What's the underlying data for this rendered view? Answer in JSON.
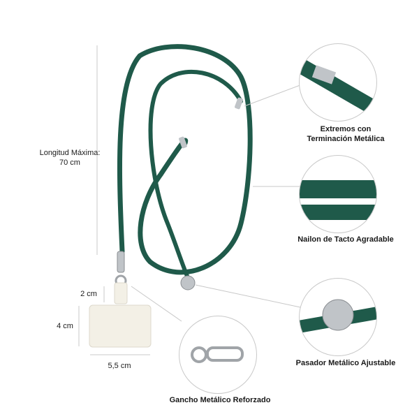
{
  "product": {
    "colors": {
      "cord": "#1f5a4a",
      "metal": "#c0c4c8",
      "card": "#f3f0e6",
      "guide_line": "#c8c8c8"
    }
  },
  "dimensions": {
    "length_label_line1": "Longitud Máxima:",
    "length_label_line2": "70 cm",
    "tab_height": "2 cm",
    "card_height": "4 cm",
    "card_width": "5,5 cm"
  },
  "features": [
    {
      "line1": "Extremos con",
      "line2": "Terminación Metálica"
    },
    {
      "line1": "Nailon de Tacto Agradable"
    },
    {
      "line1": "Pasador Metálico Ajustable"
    },
    {
      "line1": "Gancho Metálico Reforzado"
    }
  ]
}
